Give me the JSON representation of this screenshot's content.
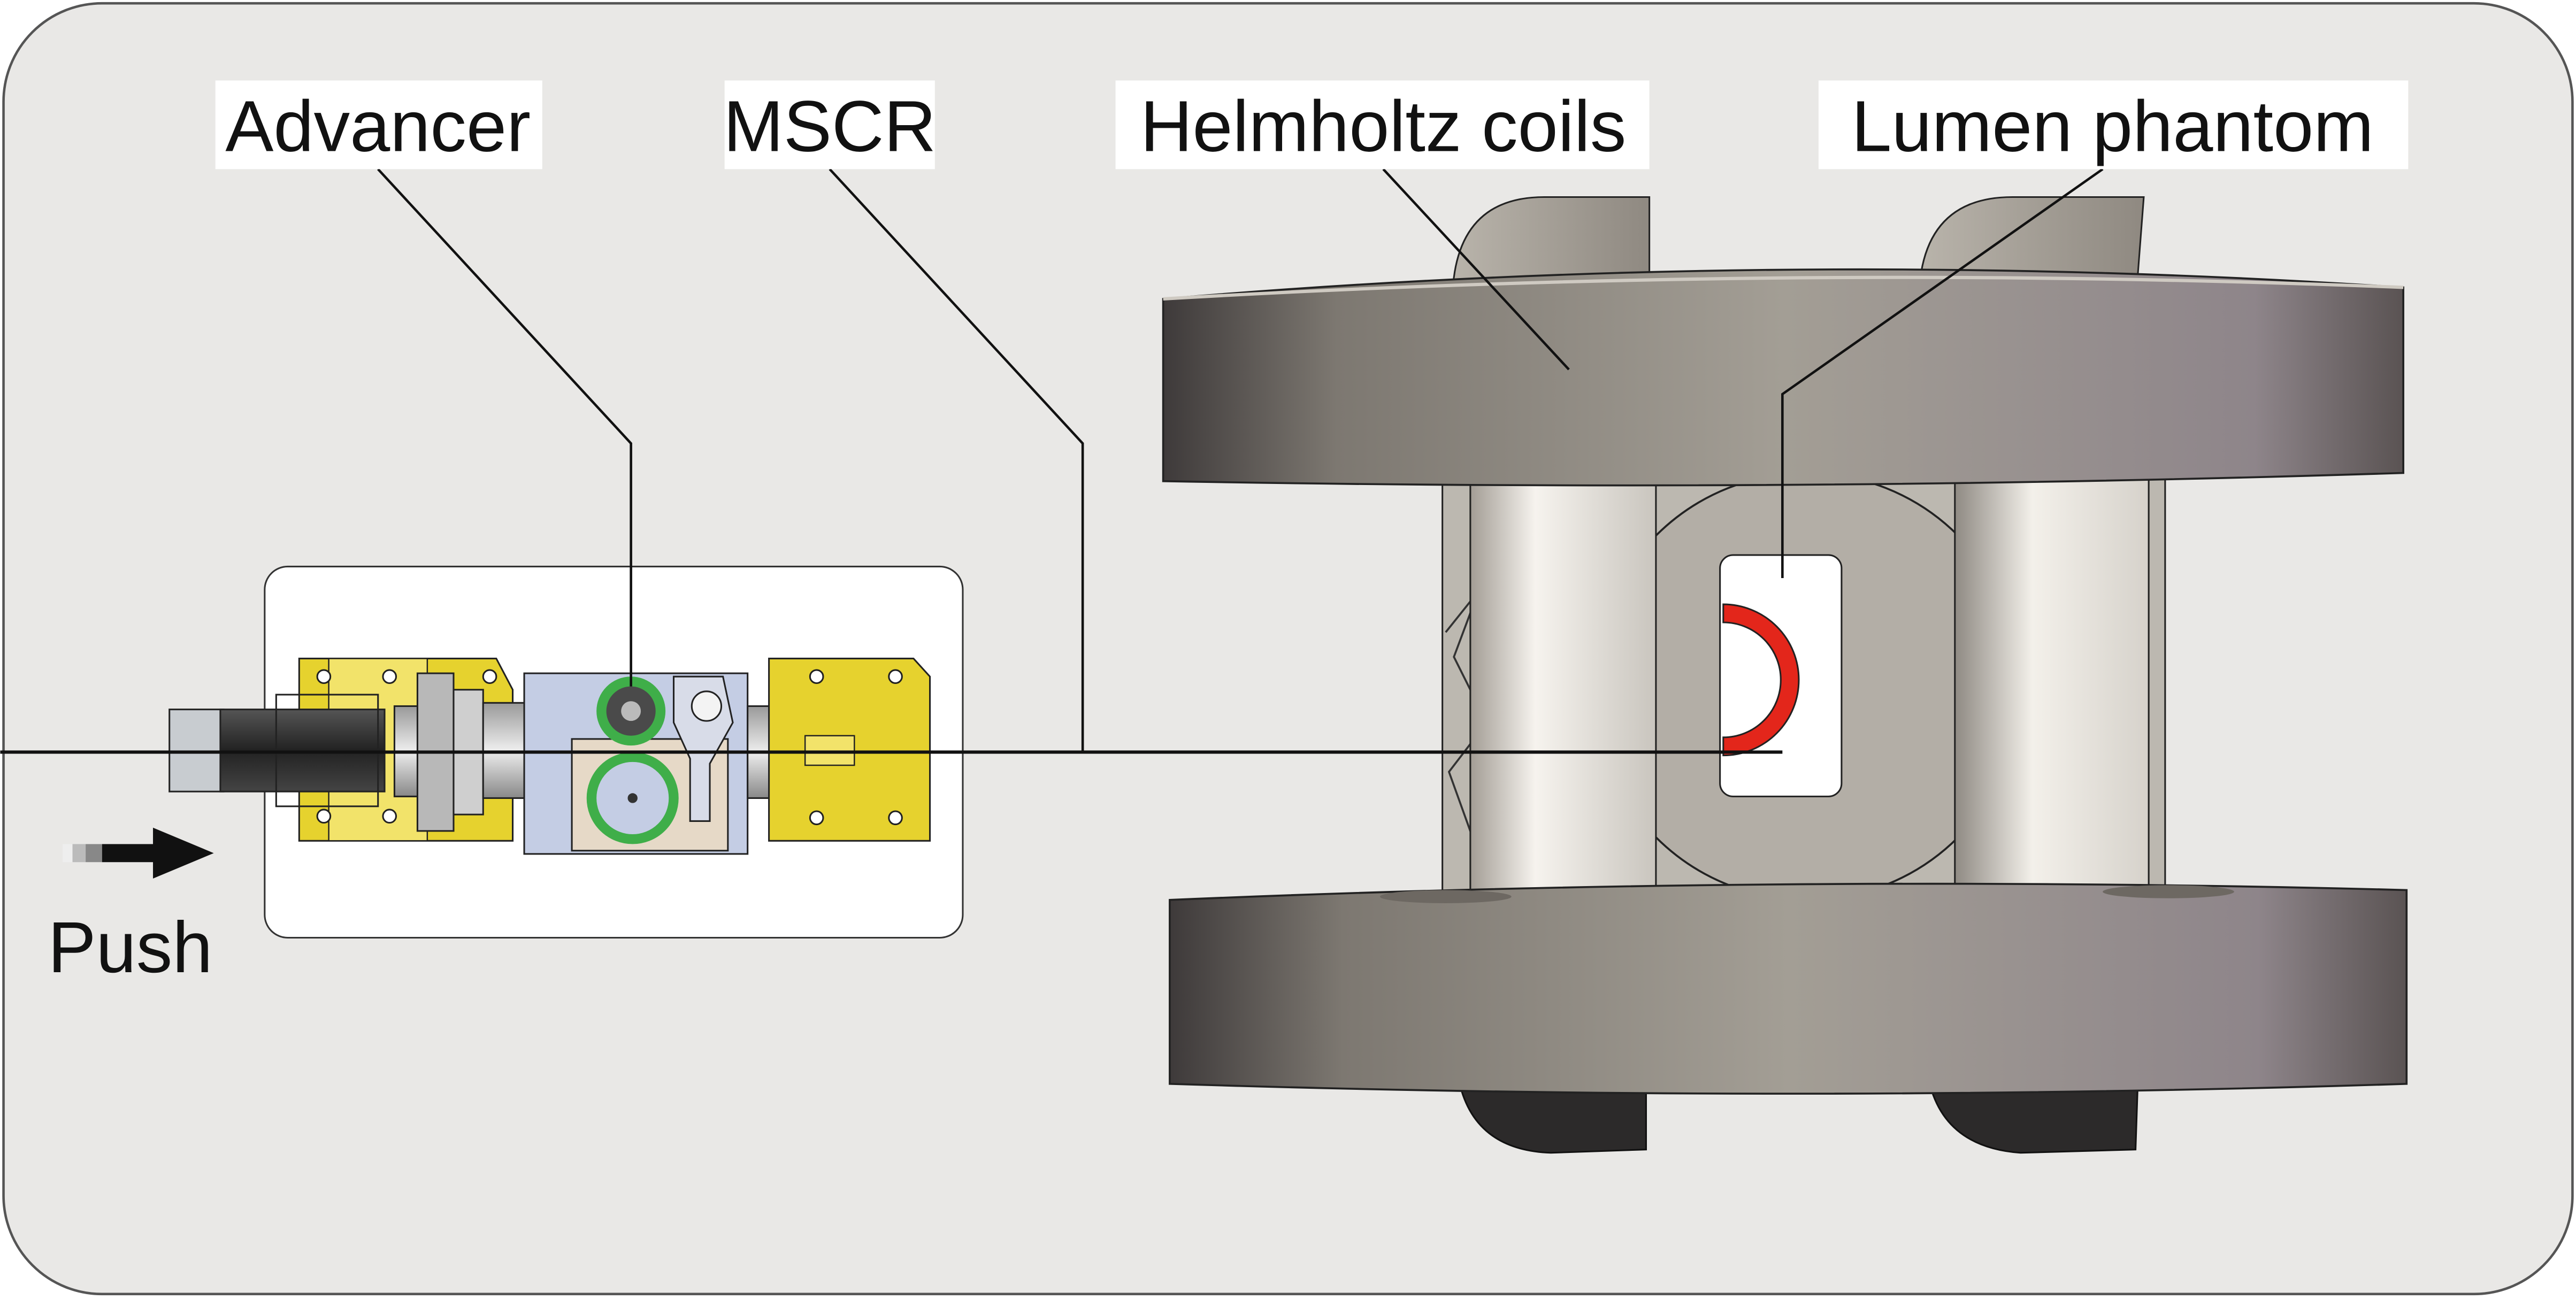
{
  "labels": {
    "advancer": "Advancer",
    "mscr": "MSCR",
    "helmholtz": "Helmholtz coils",
    "phantom": "Lumen phantom",
    "push": "Push"
  },
  "colors": {
    "background": "#e9e8e6",
    "frame_stroke": "#555555",
    "advancer_yellow": "#e6d22e",
    "roller_green": "#3fae49",
    "lumen_red": "#e3261b",
    "coil_dark": "#3e3a3a",
    "coil_light": "#a39e95",
    "robot_line": "#111111"
  }
}
